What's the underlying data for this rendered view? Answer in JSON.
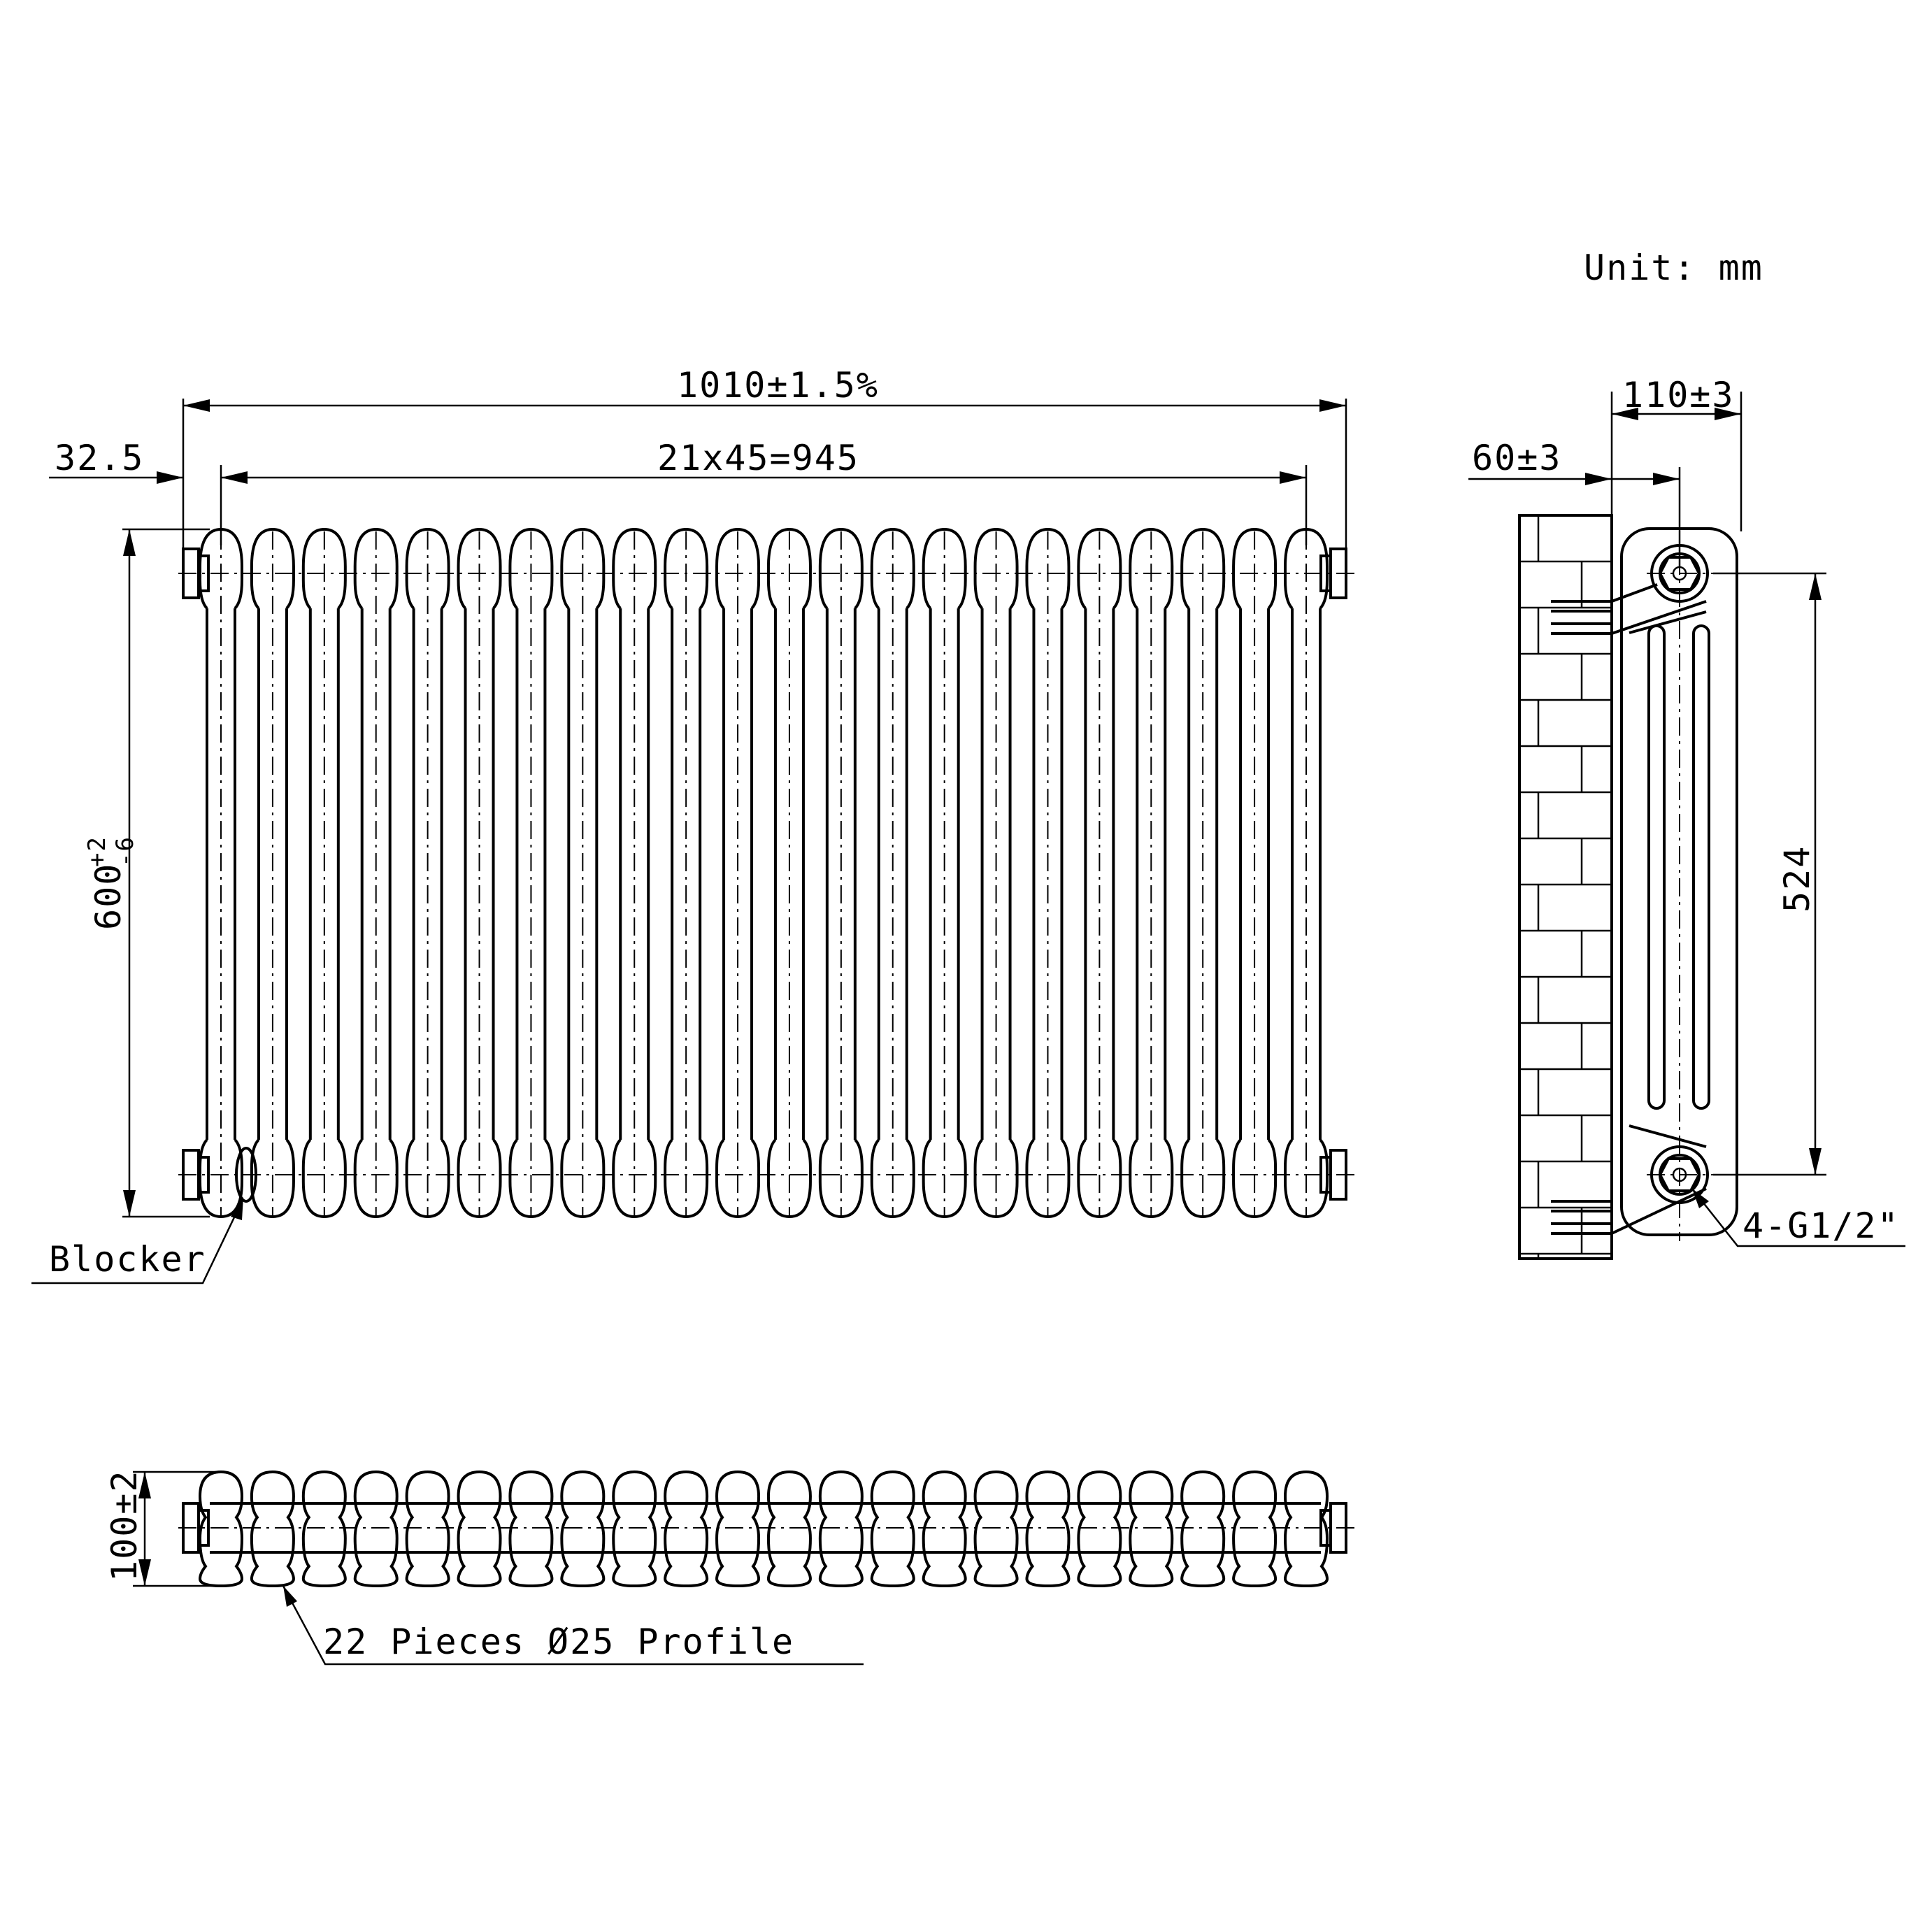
{
  "unit_label": "Unit: mm",
  "front_view": {
    "overall_width": "1010±1.5%",
    "end_offset": "32.5",
    "section_spacing": "21x45=945",
    "height_label": "600",
    "height_tolerance_plus": "+2",
    "height_tolerance_minus": "-6",
    "blocker_label": "Blocker"
  },
  "side_view": {
    "depth": "110±3",
    "wall_offset": "60±3",
    "pipe_centres": "524",
    "connection_label": "4-G1/2\""
  },
  "plan_view": {
    "depth": "100±2",
    "profile_label": "22 Pieces Ø25 Profile"
  },
  "section_count": 22
}
